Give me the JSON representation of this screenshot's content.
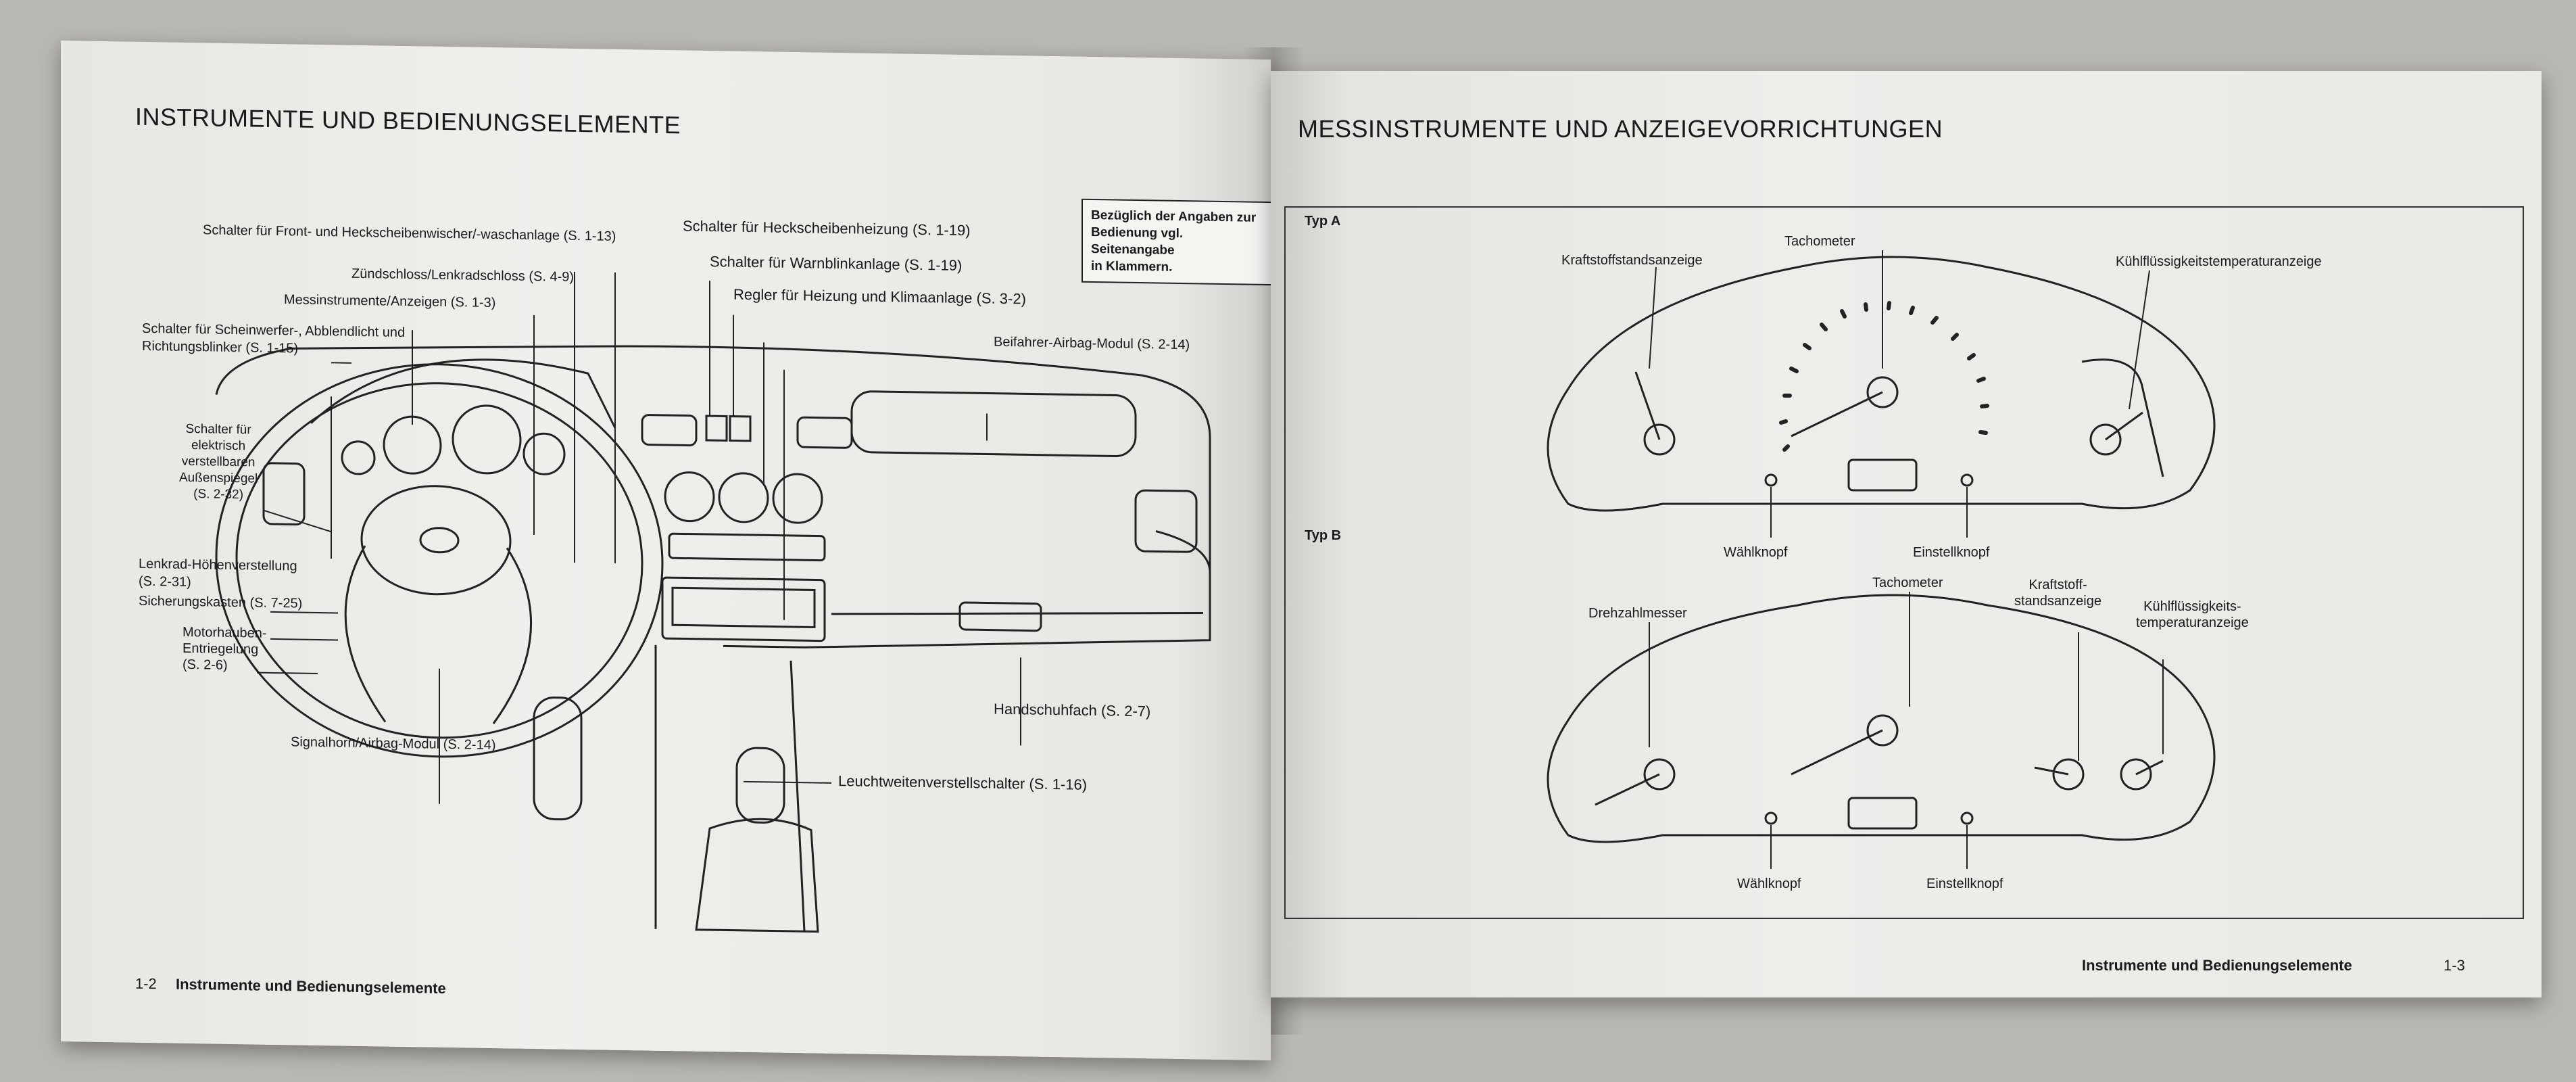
{
  "left_page": {
    "heading": "INSTRUMENTE UND BEDIENUNGSELEMENTE",
    "note_box": [
      "Bezüglich der Angaben zur",
      "Bedienung vgl. Seitenangabe",
      "in Klammern."
    ],
    "labels": {
      "wiper": "Schalter für Front- und Heckscheibenwischer/-waschanlage (S. 1-13)",
      "ignition": "Zündschloss/Lenkradschloss (S. 4-9)",
      "instruments": "Messinstrumente/Anzeigen (S. 1-3)",
      "headlight_1": "Schalter für Scheinwerfer-, Abblendlicht und",
      "headlight_2": "Richtungsblinker (S. 1-15)",
      "mirror": [
        "Schalter für",
        "elektrisch",
        "verstellbaren",
        "Außenspiegel",
        "(S. 2-32)"
      ],
      "steering_height_1": "Lenkrad-Höhenverstellung",
      "steering_height_2": "(S. 2-31)",
      "fusebox": "Sicherungskasten (S. 7-25)",
      "hood": [
        "Motorhauben-",
        "Entriegelung",
        "(S. 2-6)"
      ],
      "horn": "Signalhorn/Airbag-Modul (S. 2-14)",
      "rear_defrost": "Schalter für Heckscheibenheizung (S. 1-19)",
      "hazard": "Schalter für Warnblinkanlage (S. 1-19)",
      "climate": "Regler für Heizung und Klimaanlage (S. 3-2)",
      "passenger_airbag": "Beifahrer-Airbag-Modul (S. 2-14)",
      "glovebox": "Handschuhfach (S. 2-7)",
      "headlevel": "Leuchtweitenverstellschalter (S. 1-16)"
    },
    "footer_number": "1-2",
    "footer_title": "Instrumente und Bedienungselemente"
  },
  "right_page": {
    "heading": "MESSINSTRUMENTE UND ANZEIGEVORRICHTUNGEN",
    "type_a": {
      "label": "Typ A",
      "fuel": "Kraftstoffstandsanzeige",
      "speedo": "Tachometer",
      "coolant": "Kühlflüssigkeitstemperaturanzeige",
      "select_knob": "Wählknopf",
      "adjust_knob": "Einstellknopf"
    },
    "type_b": {
      "label": "Typ B",
      "rpm": "Drehzahlmesser",
      "speedo": "Tachometer",
      "fuel": [
        "Kraftstoff-",
        "standsanzeige"
      ],
      "coolant": [
        "Kühlflüssigkeits-",
        "temperaturanzeige"
      ],
      "select_knob": "Wählknopf",
      "adjust_knob": "Einstellknopf"
    },
    "footer_title": "Instrumente und Bedienungselemente",
    "footer_number": "1-3"
  }
}
